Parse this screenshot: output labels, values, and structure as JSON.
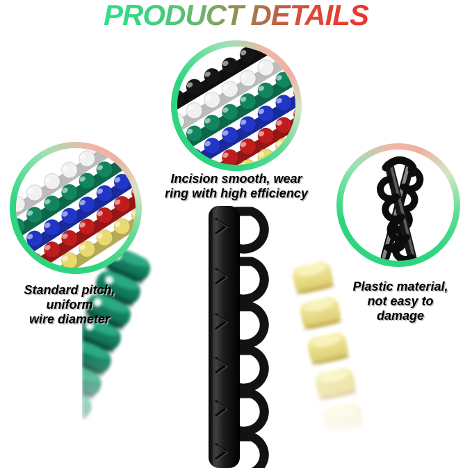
{
  "title": {
    "text": "PRODUCT DETAILS"
  },
  "callouts": [
    {
      "name": "incision-smooth",
      "caption_lines": [
        "Incision smooth, wear",
        "ring with high efficiency"
      ]
    },
    {
      "name": "standard-pitch",
      "caption_lines": [
        "Standard pitch,",
        "uniform",
        "wire diameter"
      ]
    },
    {
      "name": "plastic-material",
      "caption_lines": [
        "Plastic material,",
        "not easy to",
        "damage"
      ]
    }
  ],
  "palette": {
    "title_gradient_left": "#2fe189",
    "title_gradient_mid": "#948e55",
    "title_gradient_right": "#f03227",
    "ring_green": "#2ed57e",
    "ring_pale_green": "#bfe9cc",
    "ring_pink": "#f2b7a6",
    "comb_colors": {
      "black": "#151515",
      "white": "#f1f1f1",
      "green": "#12845f",
      "blue": "#2136c6",
      "red": "#bf1d1d",
      "yellow": "#e9da70"
    },
    "photo_comb_green": "#0e7a5b",
    "photo_comb_black": "#141414",
    "photo_comb_yellow": "#ece189"
  }
}
